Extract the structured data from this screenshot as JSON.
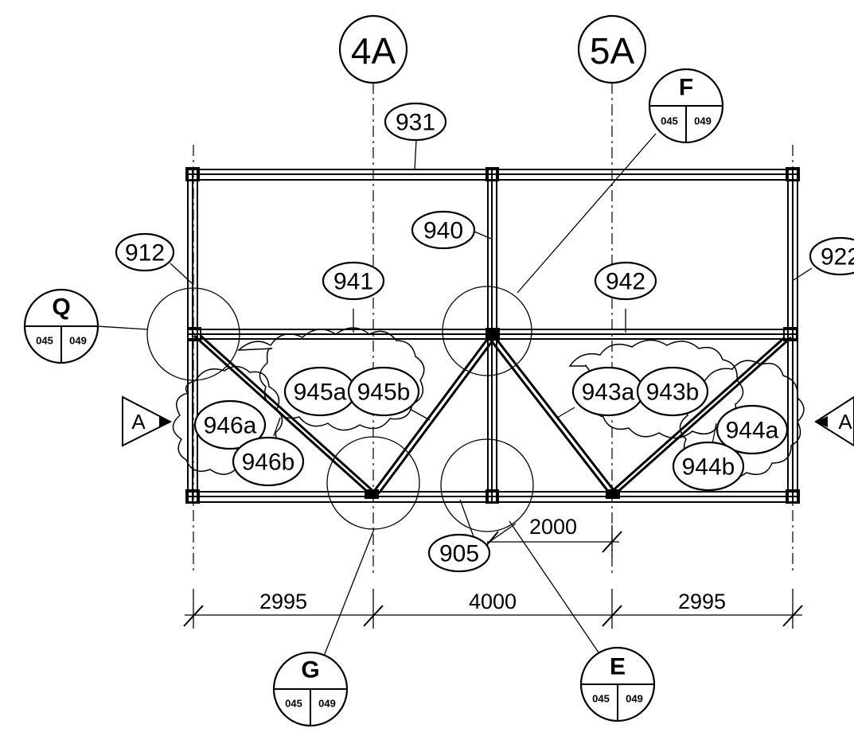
{
  "grid_labels": {
    "g4a": "4A",
    "g5a": "5A"
  },
  "member_marks": {
    "m931": "931",
    "m940": "940",
    "m912": "912",
    "m922": "922",
    "m941": "941",
    "m942": "942",
    "m945a": "945a",
    "m945b": "945b",
    "m943a": "943a",
    "m943b": "943b",
    "m946a": "946a",
    "m946b": "946b",
    "m944a": "944a",
    "m944b": "944b",
    "m905": "905"
  },
  "detail_callouts": {
    "q": {
      "letter": "Q",
      "ref_left": "045",
      "ref_right": "049"
    },
    "f": {
      "letter": "F",
      "ref_left": "045",
      "ref_right": "049"
    },
    "g": {
      "letter": "G",
      "ref_left": "045",
      "ref_right": "049"
    },
    "e": {
      "letter": "E",
      "ref_left": "045",
      "ref_right": "049"
    }
  },
  "section_markers": {
    "left": "A",
    "right": "A"
  },
  "dimensions": {
    "d_left": "2995",
    "d_mid": "4000",
    "d_right": "2995",
    "d_2000": "2000"
  },
  "colors": {
    "ink": "#000000",
    "paper": "#ffffff"
  }
}
